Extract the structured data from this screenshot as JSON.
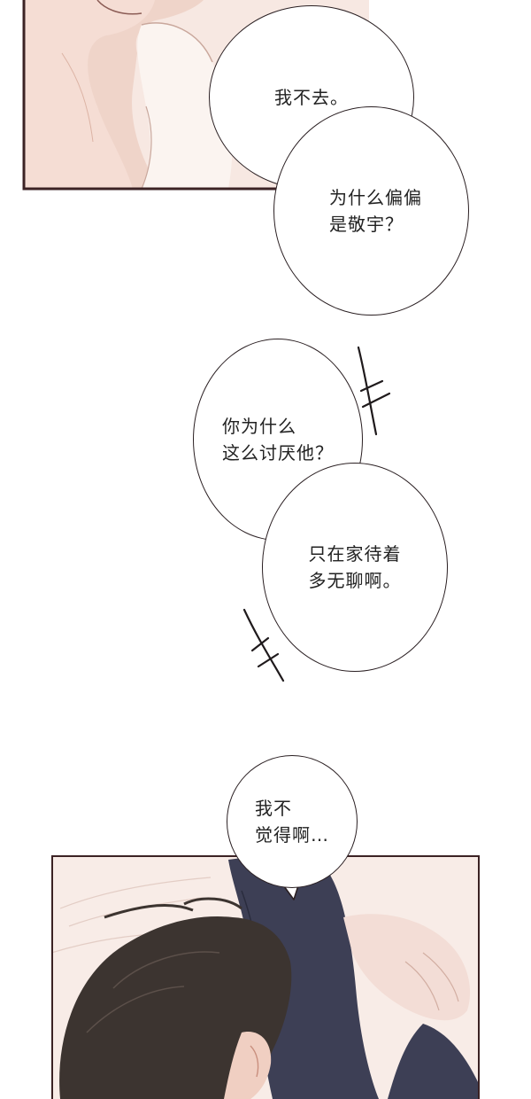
{
  "colors": {
    "panel_border": "#3b2224",
    "skin_light": "#f6e4dc",
    "skin_shadow": "#e9c3b4",
    "shirt_dark": "#3d3f55",
    "hair": "#3c3430",
    "bubble_outline": "#2a1f22"
  },
  "dialogue": {
    "line_1": "我不去。",
    "line_2": "为什么偏偏\n是敬宇？",
    "line_3": "你为什么\n这么讨厌他？",
    "line_4": "只在家待着\n多无聊啊。",
    "line_5": "我不\n觉得啊…"
  },
  "effects": [
    {
      "name": "tension-scratch-top",
      "icon": "scribble-mark"
    },
    {
      "name": "tension-scratch-bottom",
      "icon": "scribble-mark"
    }
  ]
}
